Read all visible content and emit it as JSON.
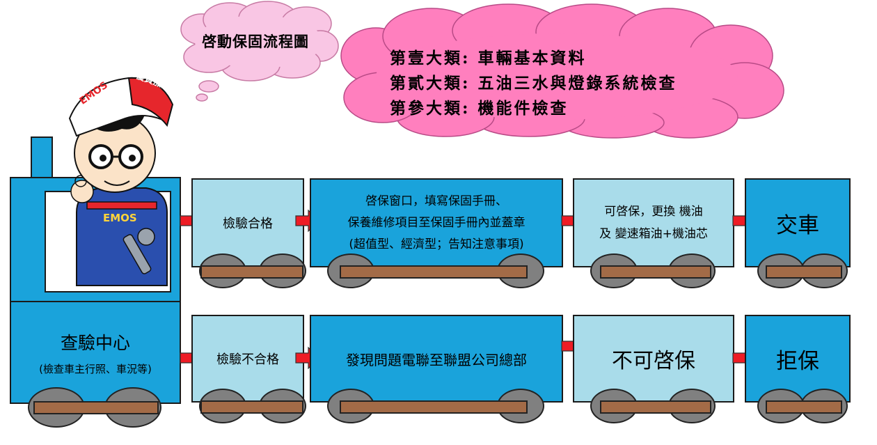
{
  "clouds": {
    "small_title": "啓動保固流程圖",
    "categories": [
      "第壹大類: 車輛基本資料",
      "第貳大類: 五油三水與燈錄系統檢查",
      "第參大類: 機能件檢查"
    ]
  },
  "mascot": {
    "cap_text": "優質加盟",
    "brand": "EMOS"
  },
  "engine": {
    "title": "查驗中心",
    "subtitle": "(檢查車主行照、車況等)"
  },
  "top_row": {
    "pass_label": "檢驗合格",
    "window_lines": [
      "啓保窗口，填寫保固手冊、",
      "保養維修項目至保固手冊內並蓋章",
      "(超值型、經濟型；告知注意事項)"
    ],
    "replace_lines": [
      "可啓保，更換 機油",
      "及 變速箱油+機油芯"
    ],
    "end_label": "交車"
  },
  "bottom_row": {
    "fail_label": "檢驗不合格",
    "report_label": "發現問題電聯至聯盟公司總部",
    "no_warranty_label": "不可啓保",
    "end_label": "拒保"
  },
  "colors": {
    "cloud_pink": "#f9c6e4",
    "cloud_hot": "#ff7fbe",
    "car_light": "#a9dcea",
    "car_mid": "#1aa3db",
    "arrow_red": "#ee1c25",
    "wheel": "#808080",
    "axle": "#a36b47"
  }
}
